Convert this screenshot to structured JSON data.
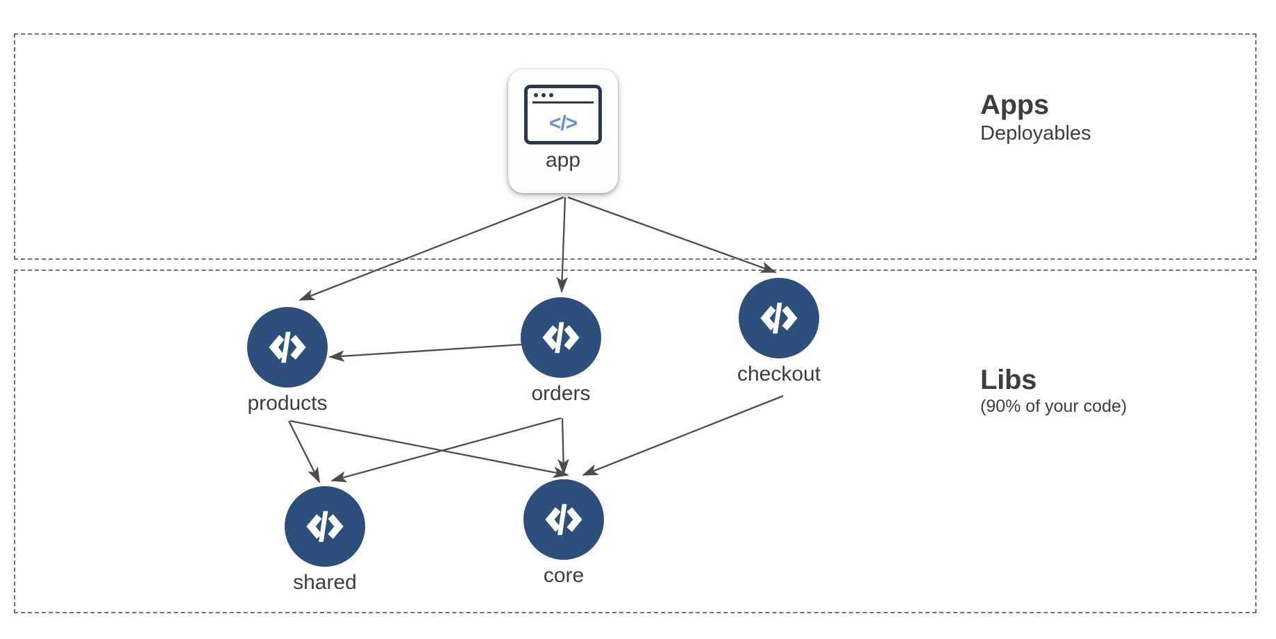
{
  "diagram": {
    "type": "dependency-graph",
    "regions": [
      {
        "id": "apps",
        "title": "Apps",
        "subtitle": "Deployables",
        "border_style": "dashed"
      },
      {
        "id": "libs",
        "title": "Libs",
        "subtitle": "(90% of your code)",
        "border_style": "dashed"
      }
    ],
    "nodes": [
      {
        "id": "app",
        "label": "app",
        "shape": "rounded-card",
        "icon": "browser-window-code-icon",
        "icon_code": "</>",
        "region": "apps"
      },
      {
        "id": "products",
        "label": "products",
        "shape": "circle",
        "icon": "code-icon",
        "region": "libs"
      },
      {
        "id": "orders",
        "label": "orders",
        "shape": "circle",
        "icon": "code-icon",
        "region": "libs"
      },
      {
        "id": "checkout",
        "label": "checkout",
        "shape": "circle",
        "icon": "code-icon",
        "region": "libs"
      },
      {
        "id": "shared",
        "label": "shared",
        "shape": "circle",
        "icon": "code-icon",
        "region": "libs"
      },
      {
        "id": "core",
        "label": "core",
        "shape": "circle",
        "icon": "code-icon",
        "region": "libs"
      }
    ],
    "edges": [
      {
        "from": "app",
        "to": "products"
      },
      {
        "from": "app",
        "to": "orders"
      },
      {
        "from": "app",
        "to": "checkout"
      },
      {
        "from": "orders",
        "to": "products"
      },
      {
        "from": "products",
        "to": "shared"
      },
      {
        "from": "products",
        "to": "core"
      },
      {
        "from": "orders",
        "to": "shared"
      },
      {
        "from": "orders",
        "to": "core"
      },
      {
        "from": "checkout",
        "to": "core"
      }
    ],
    "colors": {
      "lib_node_fill": "#2c4f7c",
      "lib_node_glyph": "#ffffff",
      "app_card_fill": "#fdfdfd",
      "app_icon_outline": "#2b384c",
      "app_icon_code": "#5b93d6",
      "edge": "#4b4b50",
      "region_border": "#6f6f76",
      "text": "#3c3c41",
      "background": "#ffffff"
    }
  }
}
